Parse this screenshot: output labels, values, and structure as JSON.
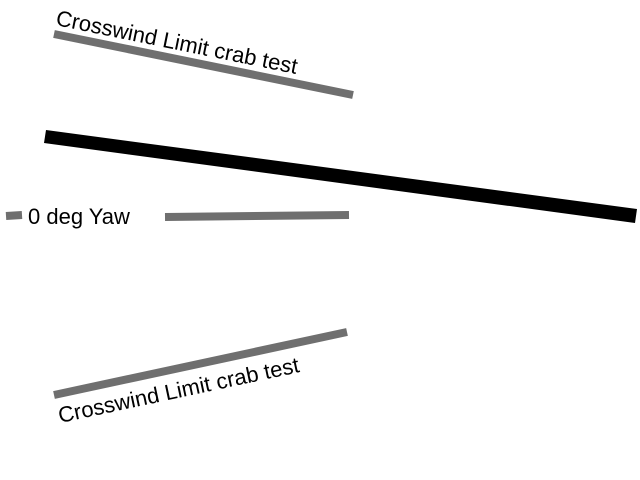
{
  "diagram": {
    "top_label": "Crosswind Limit crab test",
    "center_label": "0 deg Yaw",
    "bottom_label": "Crosswind Limit crab test",
    "colors": {
      "guide_line": "#6f6f6f",
      "runway_line": "#000000",
      "text": "#000000",
      "background": "#ffffff"
    }
  }
}
